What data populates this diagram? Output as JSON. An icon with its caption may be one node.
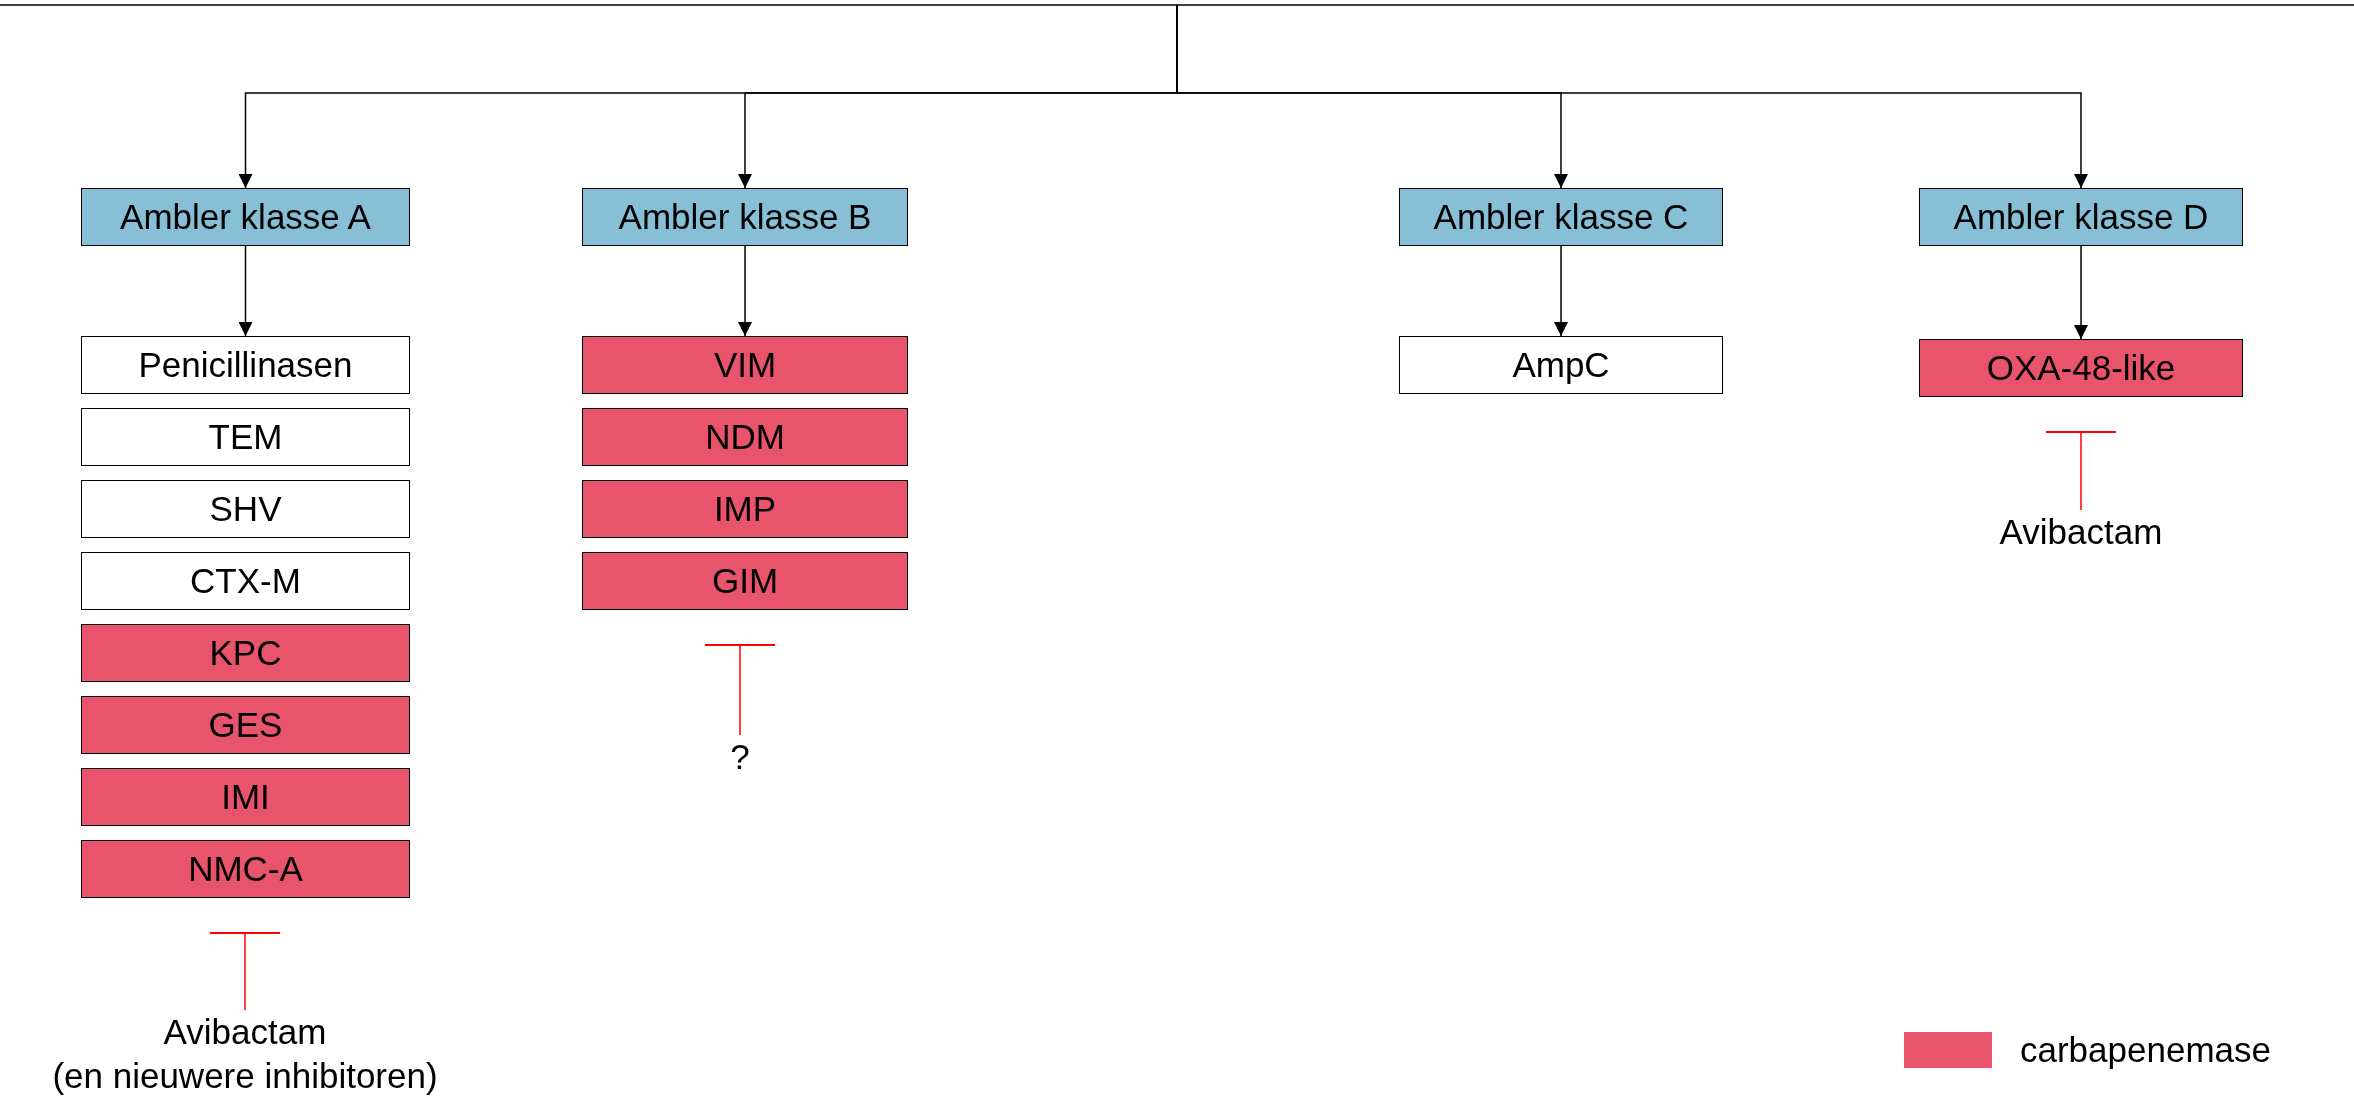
{
  "diagram": {
    "nodes": [
      {
        "text": [
          "Ambler klasse A"
        ]
      },
      {
        "text": [
          "Ambler klasse B"
        ]
      },
      {
        "text": [
          "Ambler klasse C"
        ]
      },
      {
        "text": [
          "Ambler klasse D"
        ]
      },
      {
        "text": [
          "Penicillinasen"
        ]
      },
      {
        "text": [
          "TEM"
        ]
      },
      {
        "text": [
          "SHV"
        ]
      },
      {
        "text": [
          "CTX-M"
        ]
      },
      {
        "text": [
          "KPC"
        ]
      },
      {
        "text": [
          "GES"
        ]
      },
      {
        "text": [
          "IMI"
        ]
      },
      {
        "text": [
          "NMC-A"
        ]
      },
      {
        "text": [
          "VIM"
        ]
      },
      {
        "text": [
          "NDM"
        ]
      },
      {
        "text": [
          "IMP"
        ]
      },
      {
        "text": [
          "GIM"
        ]
      },
      {
        "text": [
          "AmpC"
        ]
      },
      {
        "text": [
          "OXA-48-like"
        ]
      },
      {
        "text": [
          "Avibactam"
        ]
      },
      {
        "text": [
          "?"
        ]
      },
      {
        "text": [
          "Avibactam",
          "(en nieuwere inhibitoren)"
        ]
      }
    ],
    "edges": [
      {
        "from": null,
        "to": 0,
        "arrow": "to"
      },
      {
        "from": null,
        "to": 1,
        "arrow": "to"
      },
      {
        "from": null,
        "to": 2,
        "arrow": "to"
      },
      {
        "from": null,
        "to": 3,
        "arrow": "to"
      },
      {
        "from": 0,
        "to": 4,
        "arrow": "to"
      },
      {
        "from": 1,
        "to": 12,
        "arrow": "to"
      },
      {
        "from": 2,
        "to": 16,
        "arrow": "to"
      },
      {
        "from": 3,
        "to": 17,
        "arrow": "to"
      },
      {
        "from": 20,
        "to": 11,
        "arrow": "other",
        "color": "#ff0000"
      },
      {
        "from": 19,
        "to": 15,
        "arrow": "other",
        "color": "#ff0000"
      },
      {
        "from": 18,
        "to": 17,
        "arrow": "other",
        "color": "#ff0000"
      }
    ],
    "legend": [
      {
        "text": "carbapenemase",
        "color": "#e8546b"
      }
    ]
  }
}
